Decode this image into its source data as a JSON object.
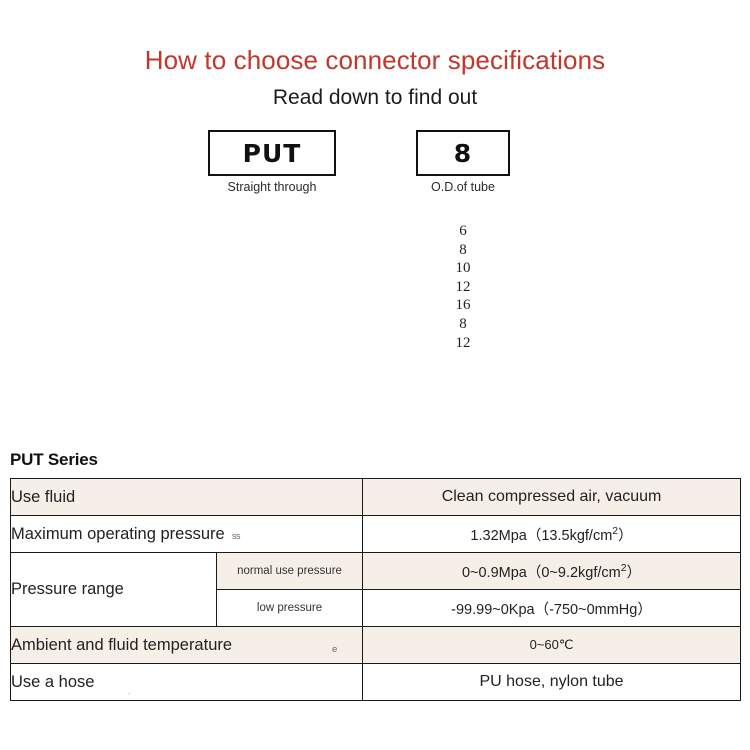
{
  "header": {
    "title": "How to choose connector specifications",
    "subtitle": "Read down to find out",
    "title_color": "#c4352a"
  },
  "selector": {
    "boxes": [
      {
        "code": "PUT",
        "caption": "Straight through"
      },
      {
        "code": "8",
        "caption": "O.D.of tube"
      }
    ],
    "size_options": [
      "6",
      "8",
      "10",
      "12",
      "16",
      "8",
      "12"
    ]
  },
  "series": {
    "heading": "PUT Series",
    "table": {
      "row_beige_color": "#f6efe7",
      "rows": [
        {
          "label": "Use fluid",
          "sublabel": null,
          "value": "Clean compressed air, vacuum",
          "shade": "beige"
        },
        {
          "label": "Maximum operating pressure",
          "sublabel": null,
          "value": "1.32Mpa（13.5kgf/cm2）",
          "shade": "white"
        },
        {
          "label": "Pressure range",
          "sublabel": "normal use pressure",
          "value": "0~0.9Mpa（0~9.2kgf/cm2）",
          "shade": "beige"
        },
        {
          "label": "",
          "sublabel": "low pressure",
          "value": "-99.99~0Kpa（-750~0mmHg）",
          "shade": "white"
        },
        {
          "label": "Ambient and fluid temperature",
          "sublabel": null,
          "value": "0~60℃",
          "shade": "beige"
        },
        {
          "label": "Use a hose",
          "sublabel": null,
          "value": "PU hose, nylon tube",
          "shade": "white"
        }
      ]
    }
  },
  "artifacts": {
    "pressure_mark": "ss",
    "temperature_mark": "e",
    "hose_mark": "."
  }
}
